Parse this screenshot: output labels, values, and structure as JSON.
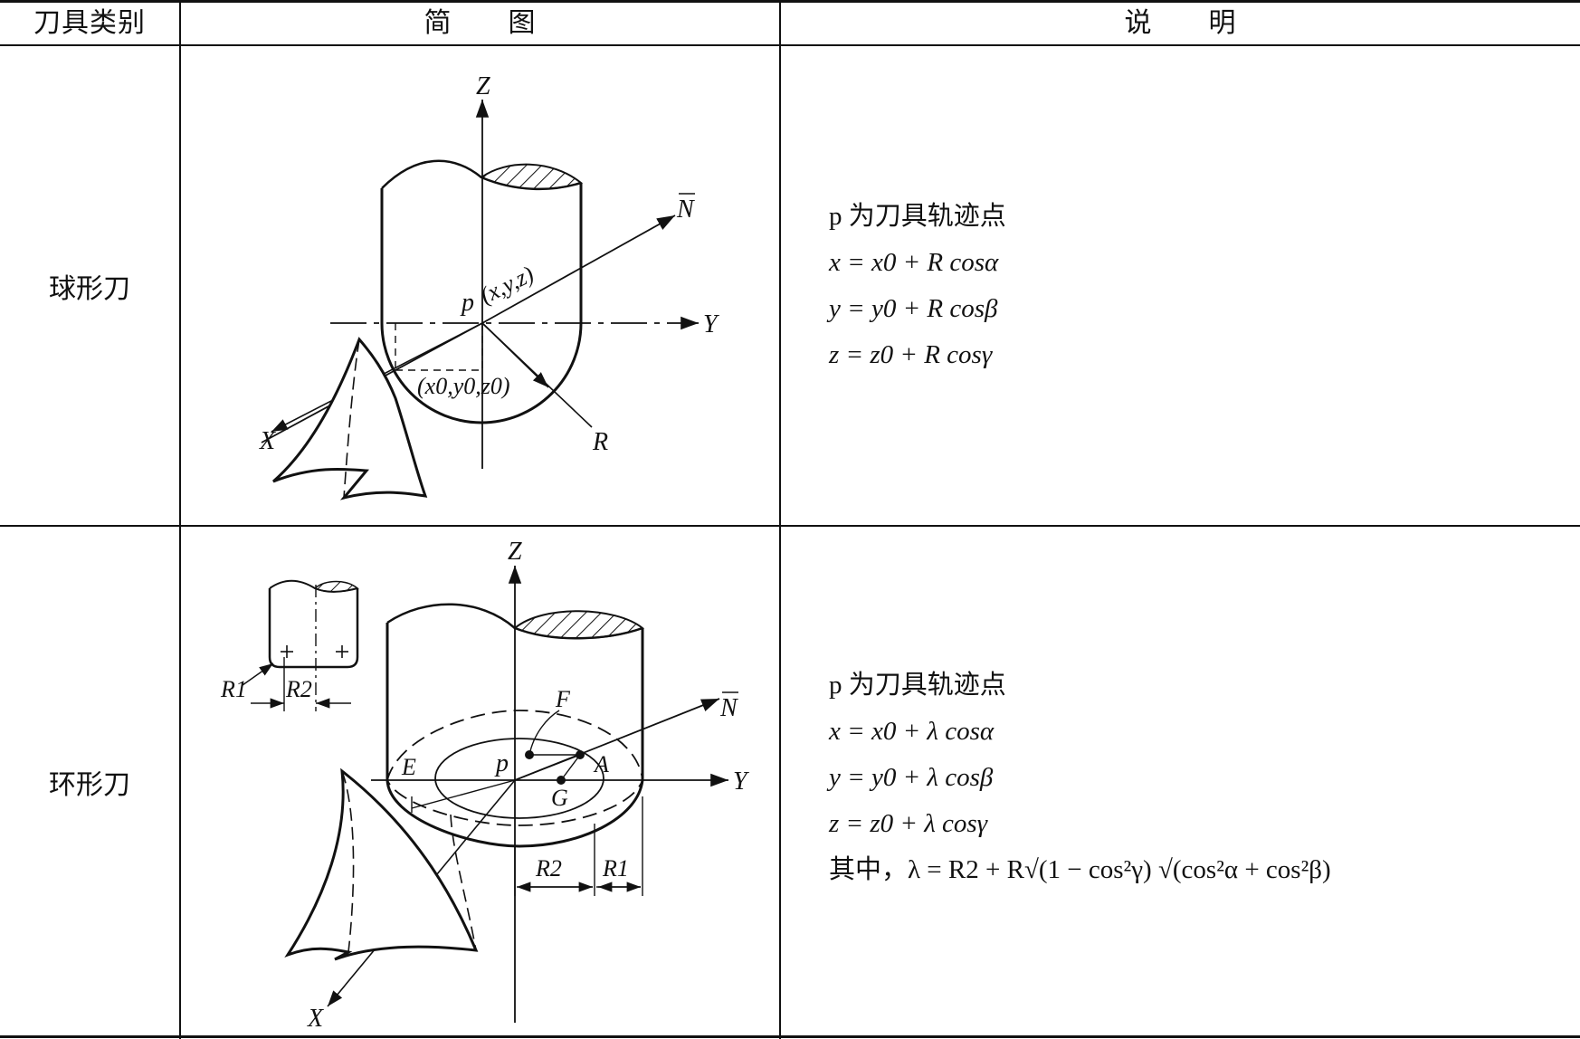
{
  "header": {
    "col1": "刀具类别",
    "col2": "简　　图",
    "col3": "说　　明"
  },
  "rows": [
    {
      "category": "球形刀",
      "diagram_labels": {
        "z_axis": "Z",
        "y_axis": "Y",
        "x_axis": "X",
        "normal": "N",
        "radius": "R",
        "point": "p",
        "point_coords": "(x,y,z)",
        "center_coords": "(x0,y0,z0)"
      },
      "description": [
        "p 为刀具轨迹点",
        "x = x0 + R cosα",
        "y = y0 + R cosβ",
        "z = z0 + R cosγ"
      ]
    },
    {
      "category": "环形刀",
      "diagram_labels": {
        "z_axis": "Z",
        "y_axis": "Y",
        "x_axis": "X",
        "normal": "N",
        "point": "p",
        "r1": "R1",
        "r2": "R2",
        "inset_r1": "R1",
        "inset_r2": "R2",
        "pt_e": "E",
        "pt_f": "F",
        "pt_a": "A",
        "pt_g": "G"
      },
      "description": [
        "p 为刀具轨迹点",
        "x = x0 + λ cosα",
        "y = y0 + λ cosβ",
        "z = z0 + λ cosγ",
        "其中，λ = R2 + R√(1 − cos²γ) √(cos²α + cos²β)"
      ]
    }
  ]
}
